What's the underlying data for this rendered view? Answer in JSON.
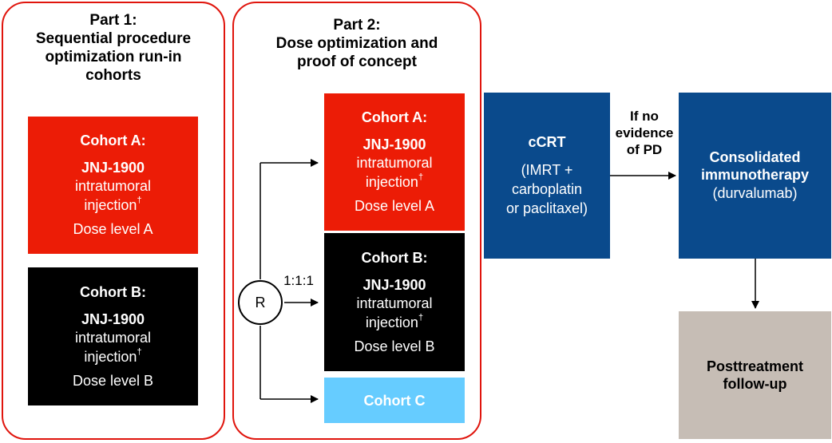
{
  "part1": {
    "title": [
      "Part 1:",
      "Sequential procedure",
      "optimization run-in",
      "cohorts"
    ],
    "cohortA": {
      "title": "Cohort A:",
      "drug": "JNJ-1900",
      "route1": "intratumoral",
      "route2": "injection",
      "dagger": "†",
      "dose": "Dose level A"
    },
    "cohortB": {
      "title": "Cohort B:",
      "drug": "JNJ-1900",
      "route1": "intratumoral",
      "route2": "injection",
      "dagger": "†",
      "dose": "Dose level B"
    }
  },
  "part2": {
    "title": [
      "Part 2:",
      "Dose optimization and",
      "proof of concept"
    ],
    "randomization": "R",
    "ratio": "1:1:1",
    "cohortA": {
      "title": "Cohort A:",
      "drug": "JNJ-1900",
      "route1": "intratumoral",
      "route2": "injection",
      "dagger": "†",
      "dose": "Dose level A"
    },
    "cohortB": {
      "title": "Cohort B:",
      "drug": "JNJ-1900",
      "route1": "intratumoral",
      "route2": "injection",
      "dagger": "†",
      "dose": "Dose level B"
    },
    "cohortC": {
      "title": "Cohort C"
    }
  },
  "ccrt": {
    "title": "cCRT",
    "line1": "(IMRT +",
    "line2": "carboplatin",
    "line3": "or paclitaxel)"
  },
  "condition": [
    "If no",
    "evidence",
    "of PD"
  ],
  "consolidated": {
    "title1": "Consolidated",
    "title2": "immunotherapy",
    "drug": "(durvalumab)"
  },
  "followup": {
    "line1": "Posttreatment",
    "line2": "follow-up"
  },
  "colors": {
    "frame": "#e0150d",
    "red": "#ec1c06",
    "black": "#000000",
    "cyan": "#66ccff",
    "blue": "#0a4a8c",
    "gray": "#c6bdb5"
  }
}
